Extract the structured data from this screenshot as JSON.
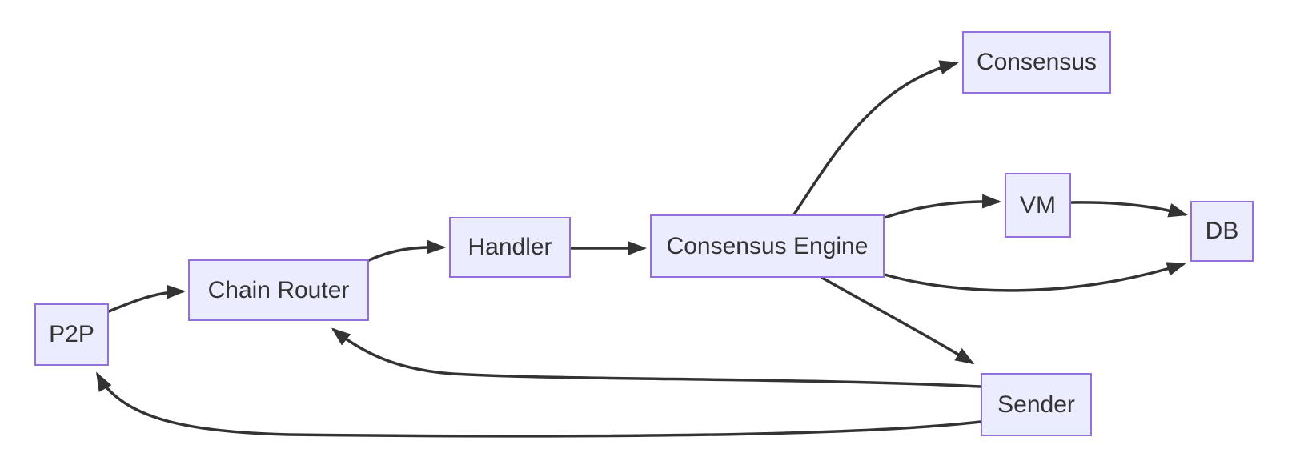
{
  "diagram": {
    "type": "flowchart",
    "direction": "left-to-right",
    "colors": {
      "background": "#FFFFFF",
      "node_fill": "#ECECFF",
      "node_border": "#9370DB",
      "edge": "#333333",
      "text": "#333333"
    },
    "nodes": [
      {
        "id": "p2p",
        "label": "P2P"
      },
      {
        "id": "chain-router",
        "label": "Chain Router"
      },
      {
        "id": "handler",
        "label": "Handler"
      },
      {
        "id": "consensus-engine",
        "label": "Consensus Engine"
      },
      {
        "id": "consensus",
        "label": "Consensus"
      },
      {
        "id": "vm",
        "label": "VM"
      },
      {
        "id": "db",
        "label": "DB"
      },
      {
        "id": "sender",
        "label": "Sender"
      }
    ],
    "edges": [
      {
        "from": "P2P",
        "to": "Chain Router"
      },
      {
        "from": "Chain Router",
        "to": "Handler"
      },
      {
        "from": "Handler",
        "to": "Consensus Engine"
      },
      {
        "from": "Consensus Engine",
        "to": "Consensus"
      },
      {
        "from": "Consensus Engine",
        "to": "VM"
      },
      {
        "from": "VM",
        "to": "DB"
      },
      {
        "from": "Consensus Engine",
        "to": "DB"
      },
      {
        "from": "Consensus Engine",
        "to": "Sender"
      },
      {
        "from": "Sender",
        "to": "Chain Router"
      },
      {
        "from": "Sender",
        "to": "P2P"
      }
    ]
  }
}
